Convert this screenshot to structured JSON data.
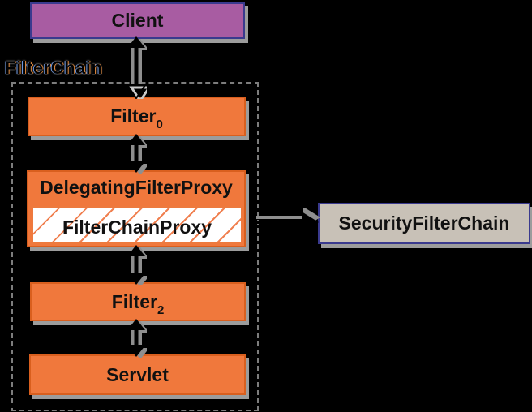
{
  "diagram": {
    "group_label": "FilterChain",
    "nodes": {
      "client": {
        "label": "Client"
      },
      "filter0": {
        "label": "Filter",
        "subscript": "0"
      },
      "delegating": {
        "label": "DelegatingFilterProxy"
      },
      "filterchainproxy": {
        "label": "FilterChainProxy"
      },
      "filter2": {
        "label": "Filter",
        "subscript": "2"
      },
      "servlet": {
        "label": "Servlet"
      },
      "securityfilterchain": {
        "label": "SecurityFilterChain"
      }
    },
    "connections": [
      {
        "from": "client",
        "to": "filter0",
        "style": "double-arrow, hollow head at filter0"
      },
      {
        "from": "filter0",
        "to": "delegating",
        "style": "double-arrow"
      },
      {
        "from": "delegating",
        "to": "filter2",
        "style": "double-arrow"
      },
      {
        "from": "filter2",
        "to": "servlet",
        "style": "double-arrow"
      },
      {
        "from": "filterchain-group",
        "to": "securityfilterchain",
        "style": "single-arrow"
      }
    ],
    "colors": {
      "bg": "#000000",
      "orange": "#F0783C",
      "orange_border": "#D95F1E",
      "purple": "#A85CA2",
      "navy": "#3A3A8E",
      "tan": "#C8C1B7",
      "gray_card": "#C6C6C6",
      "white_card": "#FBFBFB",
      "shadow": "#9C9C9C",
      "arrow_shadow": "#8F8F8F",
      "hatch": "#F08050",
      "text": "#111111"
    }
  }
}
